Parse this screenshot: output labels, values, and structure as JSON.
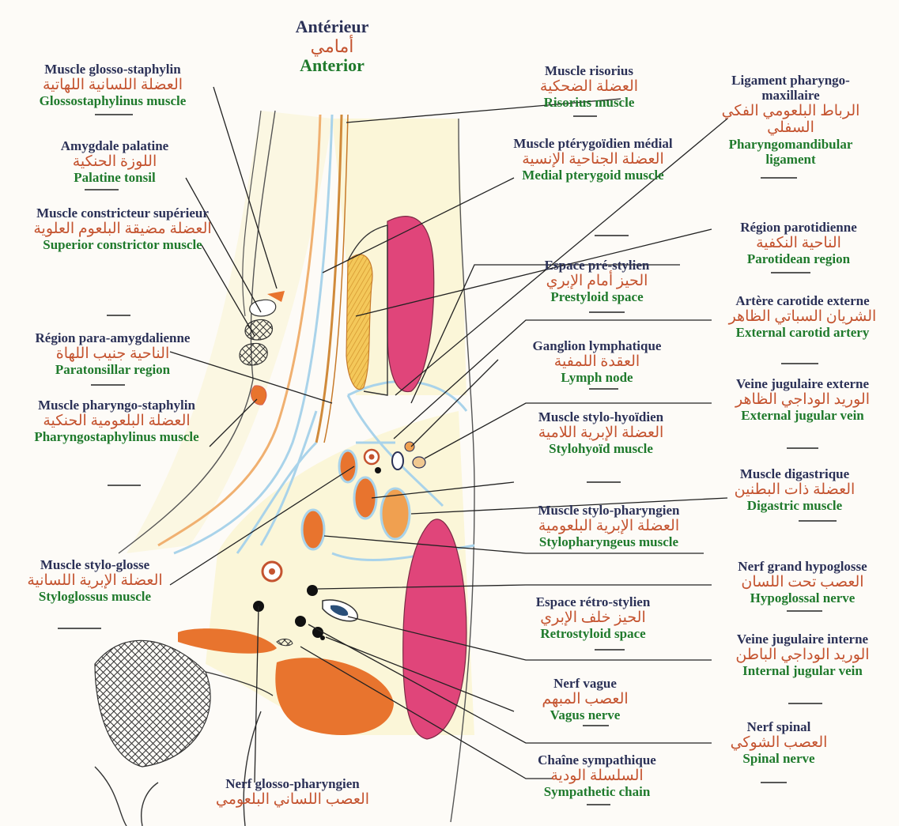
{
  "orientation": {
    "fr": "Antérieur",
    "ar": "أمامي",
    "en": "Anterior"
  },
  "labels": [
    {
      "id": "glosso-staphylin",
      "fr": "Muscle glosso-staphylin",
      "ar": "العضلة اللسانية اللهاتية",
      "en": "Glossostaphylinus muscle"
    },
    {
      "id": "amygdale-palatine",
      "fr": "Amygdale palatine",
      "ar": "اللوزة الحنكية",
      "en": "Palatine tonsil"
    },
    {
      "id": "constricteur-superieur",
      "fr": "Muscle constricteur supérieur",
      "ar": "العضلة مضيقة البلعوم العلوية",
      "en": "Superior constrictor muscle"
    },
    {
      "id": "para-amygdalienne",
      "fr": "Région para-amygdalienne",
      "ar": "الناحية جنيب اللهاة",
      "en": "Paratonsillar region"
    },
    {
      "id": "pharyngo-staphylin",
      "fr": "Muscle pharyngo-staphylin",
      "ar": "العضلة البلعومية الحنكية",
      "en": "Pharyngostaphylinus muscle"
    },
    {
      "id": "stylo-glosse",
      "fr": "Muscle stylo-glosse",
      "ar": "العضلة الإبرية اللسانية",
      "en": "Styloglossus muscle"
    },
    {
      "id": "glosso-pharyngien",
      "fr": "Nerf glosso-pharyngien",
      "ar": "العصب اللساني البلعومي",
      "en": ""
    },
    {
      "id": "risorius",
      "fr": "Muscle risorius",
      "ar": "العضلة الضحكية",
      "en": "Risorius muscle"
    },
    {
      "id": "pterygoidien-medial",
      "fr": "Muscle ptérygoïdien médial",
      "ar": "العضلة الجناحية الإنسية",
      "en": "Medial pterygoid muscle"
    },
    {
      "id": "pre-stylien",
      "fr": "Espace pré-stylien",
      "ar": "الحيز أمام الإبري",
      "en": "Prestyloid space"
    },
    {
      "id": "ganglion-lymphatique",
      "fr": "Ganglion lymphatique",
      "ar": "العقدة اللمفية",
      "en": "Lymph node"
    },
    {
      "id": "stylo-hyoidien",
      "fr": "Muscle stylo-hyoïdien",
      "ar": "العضلة الإبرية اللامية",
      "en": "Stylohyoïd muscle"
    },
    {
      "id": "stylo-pharyngien",
      "fr": "Muscle stylo-pharyngien",
      "ar": "العضلة الإبرية البلعومية",
      "en": "Stylopharyngeus muscle"
    },
    {
      "id": "retro-stylien",
      "fr": "Espace rétro-stylien",
      "ar": "الحيز خلف الإبري",
      "en": "Retrostyloid space"
    },
    {
      "id": "nerf-vague",
      "fr": "Nerf vague",
      "ar": "العصب المبهم",
      "en": "Vagus nerve"
    },
    {
      "id": "chaine-sympathique",
      "fr": "Chaîne sympathique",
      "ar": "السلسلة الودية",
      "en": "Sympathetic chain"
    },
    {
      "id": "ligament-pharyngo-maxillaire",
      "fr": "Ligament pharyngo-maxillaire",
      "ar": "الرباط البلعومي الفكي السفلي",
      "en": "Pharyngomandibular ligament"
    },
    {
      "id": "region-parotidienne",
      "fr": "Région parotidienne",
      "ar": "الناحية النكفية",
      "en": "Parotidean region"
    },
    {
      "id": "carotide-externe",
      "fr": "Artère carotide externe",
      "ar": "الشريان السباتي الظاهر",
      "en": "External carotid artery"
    },
    {
      "id": "jugulaire-externe",
      "fr": "Veine jugulaire externe",
      "ar": "الوريد الوداجي الظاهر",
      "en": "External jugular vein"
    },
    {
      "id": "digastrique",
      "fr": "Muscle digastrique",
      "ar": "العضلة ذات البطنين",
      "en": "Digastric muscle"
    },
    {
      "id": "grand-hypoglosse",
      "fr": "Nerf grand hypoglosse",
      "ar": "العصب تحت اللسان",
      "en": "Hypoglossal nerve"
    },
    {
      "id": "jugulaire-interne",
      "fr": "Veine jugulaire interne",
      "ar": "الوريد الوداجي الباطن",
      "en": "Internal jugular vein"
    },
    {
      "id": "nerf-spinal",
      "fr": "Nerf spinal",
      "ar": "العصب الشوكي",
      "en": "Spinal nerve"
    }
  ],
  "colors": {
    "french_text": "#2b3157",
    "arabic_text": "#c4532f",
    "english_text": "#1f7a2c",
    "muscle_pink": "#e0457a",
    "muscle_orange": "#e8742e",
    "fascia_blue": "#a9d3ea",
    "background_cream": "#fbf6d8"
  }
}
